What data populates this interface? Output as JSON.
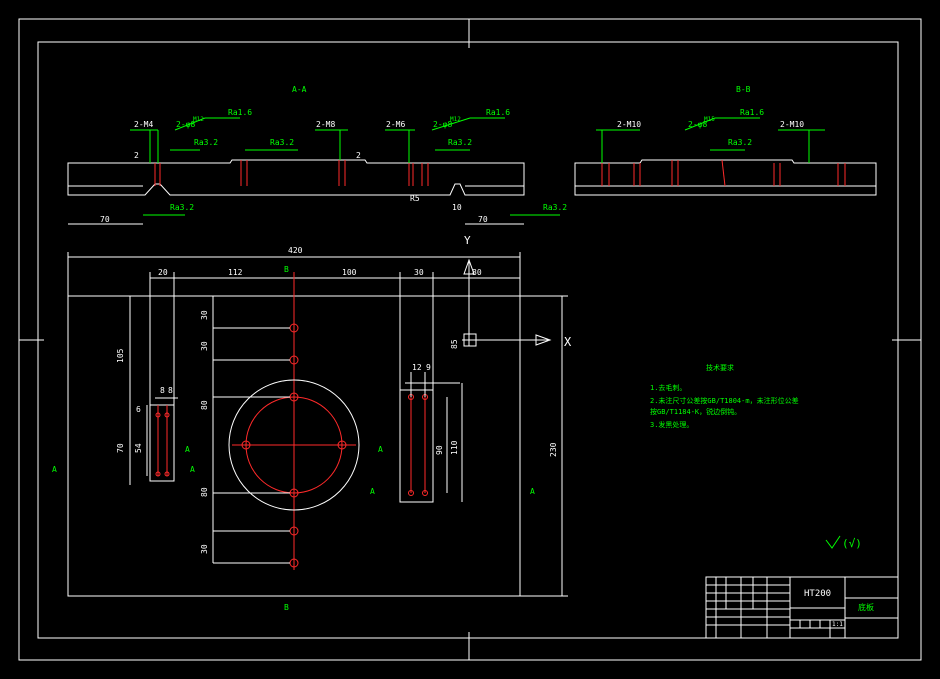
{
  "section_views": {
    "aa": {
      "title": "A-A",
      "thread_labels": [
        "2-M4",
        "2-M8",
        "2-M6"
      ],
      "fine_labels": [
        "2-φ8",
        "M12",
        "2-φ8",
        "M12"
      ],
      "roughness": [
        "Ra1.6",
        "Ra3.2",
        "Ra1.6",
        "Ra3.2",
        "Ra3.2",
        "Ra3.2"
      ],
      "dims": [
        "2",
        "2",
        "70",
        "70",
        "R5",
        "10"
      ]
    },
    "bb": {
      "title": "B-B",
      "thread_labels": [
        "2-M10",
        "2-φ8",
        "M15",
        "2-M10"
      ],
      "roughness": [
        "Ra1.6",
        "Ra3.2"
      ]
    }
  },
  "plan_view": {
    "overall_width": "420",
    "top_dims": [
      "20",
      "112",
      "100",
      "30",
      "80"
    ],
    "left_dims": [
      "105",
      "70",
      "54",
      "8",
      "8",
      "6"
    ],
    "center_dims": [
      "30",
      "30",
      "80",
      "80",
      "30"
    ],
    "right_dims": [
      "12",
      "9",
      "90",
      "110"
    ],
    "height": "230",
    "y_offset": "85",
    "section_marks": [
      "A",
      "A",
      "A",
      "A",
      "A",
      "A",
      "B",
      "B"
    ],
    "axis_labels": [
      "Y",
      "X"
    ]
  },
  "notes": {
    "heading": "技术要求",
    "items": [
      "1.去毛刺。",
      "2.未注尺寸公差按GB/T1804-m，未注形位公差",
      "按GB/T1184-K，锐边倒钝。",
      "3.发黑处理。"
    ]
  },
  "title_block": {
    "material": "HT200",
    "part_name": "底板",
    "scale": "1:1"
  },
  "surface_symbol_text": "(√)",
  "colors": {
    "background": "#000000",
    "outline": "#ffffff",
    "dimension": "#00ff00",
    "hidden": "#ff2a2a"
  }
}
